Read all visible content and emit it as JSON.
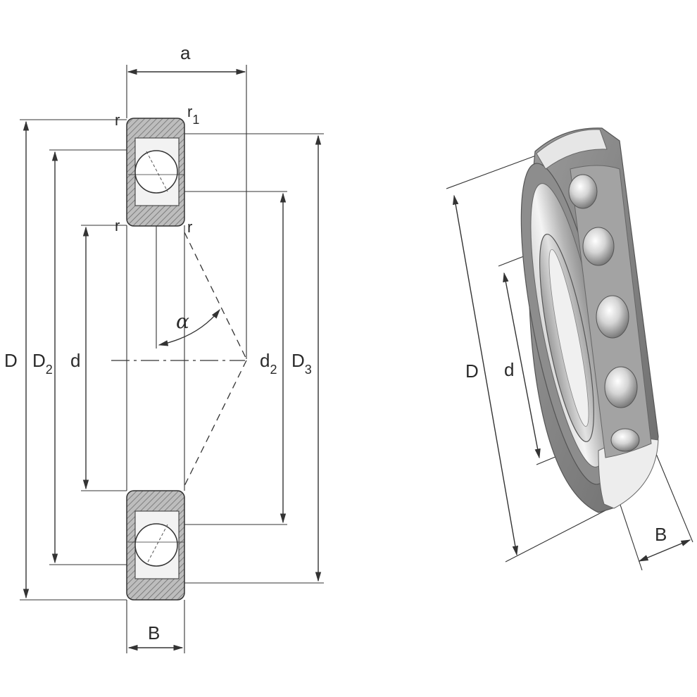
{
  "left_view": {
    "labels": {
      "a": "a",
      "r_top_left": "r",
      "r1_base": "r",
      "r1_sub": "1",
      "r_mid_left": "r",
      "r_mid_right": "r",
      "D": "D",
      "D2_base": "D",
      "D2_sub": "2",
      "d": "d",
      "alpha": "α",
      "d2_base": "d",
      "d2_sub": "2",
      "D3_base": "D",
      "D3_sub": "3",
      "B": "B"
    }
  },
  "right_view": {
    "labels": {
      "D": "D",
      "d": "d",
      "B": "B"
    }
  },
  "colors": {
    "line": "#333333",
    "hatch": "#8a8a8a",
    "metal_light": "#e8e8e8",
    "metal_mid": "#b9b9b9",
    "metal_dark": "#7a7a7a"
  }
}
